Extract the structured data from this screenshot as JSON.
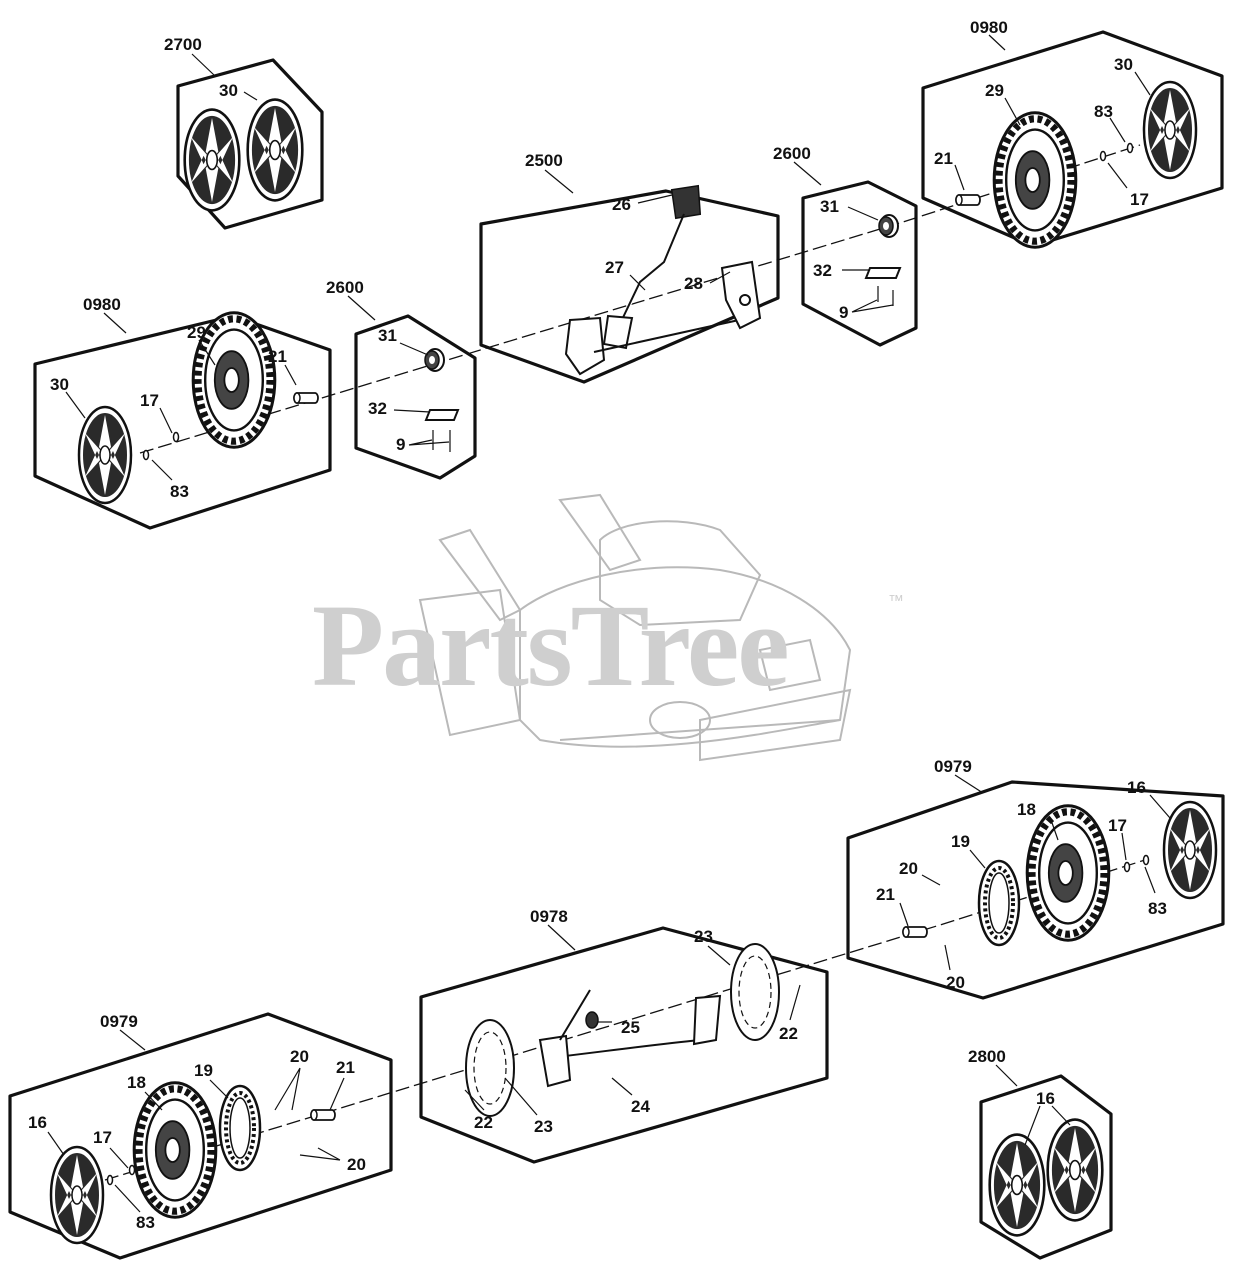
{
  "watermark": {
    "text": "PartsTree",
    "trademark": "™"
  },
  "callouts": {
    "g2700": "2700",
    "g0980_top": "0980",
    "g2500": "2500",
    "g2600_right": "2600",
    "g0980_left": "0980",
    "g2600_left": "2600",
    "g0979_right": "0979",
    "g0978": "0978",
    "g0979_left": "0979",
    "g2800": "2800",
    "p30_2700": "30",
    "p29_top": "29",
    "p30_top": "30",
    "p83_top": "83",
    "p21_top": "21",
    "p17_top": "17",
    "p26": "26",
    "p27": "27",
    "p28": "28",
    "p31_right": "31",
    "p32_right": "32",
    "p9_right": "9",
    "p29_left": "29",
    "p21_left": "21",
    "p30_left": "30",
    "p17_left": "17",
    "p83_left": "83",
    "p31_left": "31",
    "p32_left": "32",
    "p9_left": "9",
    "p16_right": "16",
    "p18_right": "18",
    "p19_right": "19",
    "p17_right": "17",
    "p20_right_top": "20",
    "p21_right": "21",
    "p83_right": "83",
    "p20_right_bottom": "20",
    "p23_top": "23",
    "p25": "25",
    "p22_right": "22",
    "p24": "24",
    "p22_left": "22",
    "p23_bottom": "23",
    "p20_left_top": "20",
    "p21_left_bottom": "21",
    "p18_left": "18",
    "p19_left": "19",
    "p16_left": "16",
    "p17_left_bottom": "17",
    "p20_left_bottom": "20",
    "p83_left_bottom": "83",
    "p16_2800": "16"
  }
}
